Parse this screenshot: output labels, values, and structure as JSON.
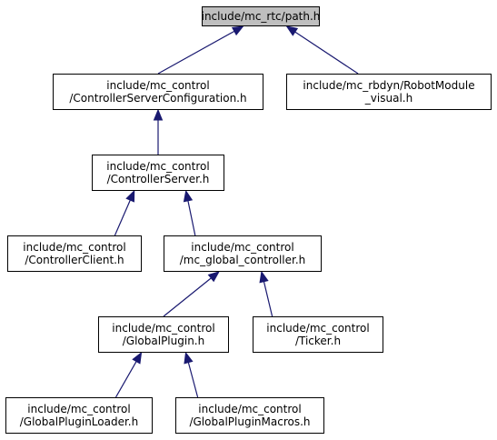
{
  "graph": {
    "edge_color": "#191970",
    "root_fill": "#bfbfbf",
    "nodes": {
      "path": {
        "lines": [
          "include/mc_rtc/path.h"
        ]
      },
      "csconf": {
        "lines": [
          "include/mc_control",
          "/ControllerServerConfiguration.h"
        ]
      },
      "rmvis": {
        "lines": [
          "include/mc_rbdyn/RobotModule",
          "_visual.h"
        ]
      },
      "server": {
        "lines": [
          "include/mc_control",
          "/ControllerServer.h"
        ]
      },
      "client": {
        "lines": [
          "include/mc_control",
          "/ControllerClient.h"
        ]
      },
      "gctl": {
        "lines": [
          "include/mc_control",
          "/mc_global_controller.h"
        ]
      },
      "gplug": {
        "lines": [
          "include/mc_control",
          "/GlobalPlugin.h"
        ]
      },
      "ticker": {
        "lines": [
          "include/mc_control",
          "/Ticker.h"
        ]
      },
      "gpload": {
        "lines": [
          "include/mc_control",
          "/GlobalPluginLoader.h"
        ]
      },
      "gpmac": {
        "lines": [
          "include/mc_control",
          "/GlobalPluginMacros.h"
        ]
      }
    },
    "edges": [
      {
        "from": "csconf",
        "to": "path"
      },
      {
        "from": "rmvis",
        "to": "path"
      },
      {
        "from": "server",
        "to": "csconf"
      },
      {
        "from": "client",
        "to": "server"
      },
      {
        "from": "gctl",
        "to": "server"
      },
      {
        "from": "gplug",
        "to": "gctl"
      },
      {
        "from": "ticker",
        "to": "gctl"
      },
      {
        "from": "gpload",
        "to": "gplug"
      },
      {
        "from": "gpmac",
        "to": "gplug"
      }
    ]
  }
}
